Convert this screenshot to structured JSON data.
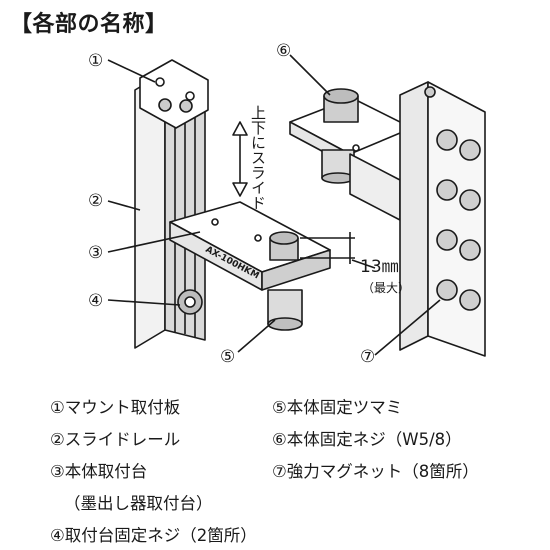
{
  "title": "【各部の名称】",
  "callouts": [
    "①",
    "②",
    "③",
    "④",
    "⑤",
    "⑥",
    "⑦"
  ],
  "slide_label": "上下にスライド",
  "dimension": {
    "value": "13㎜",
    "note": "（最大）"
  },
  "model_marking": "AX-100HKM",
  "legend": {
    "items": [
      {
        "text": "①マウント取付板"
      },
      {
        "text": "②スライドレール"
      },
      {
        "text": "③本体取付台"
      },
      {
        "text": "（墨出し器取付台）"
      },
      {
        "text": "④取付台固定ネジ（2箇所）"
      },
      {
        "text": "⑤本体固定ツマミ"
      },
      {
        "text": "⑥本体固定ネジ（W5/8）"
      },
      {
        "text": "⑦強力マグネット（8箇所）"
      }
    ]
  }
}
